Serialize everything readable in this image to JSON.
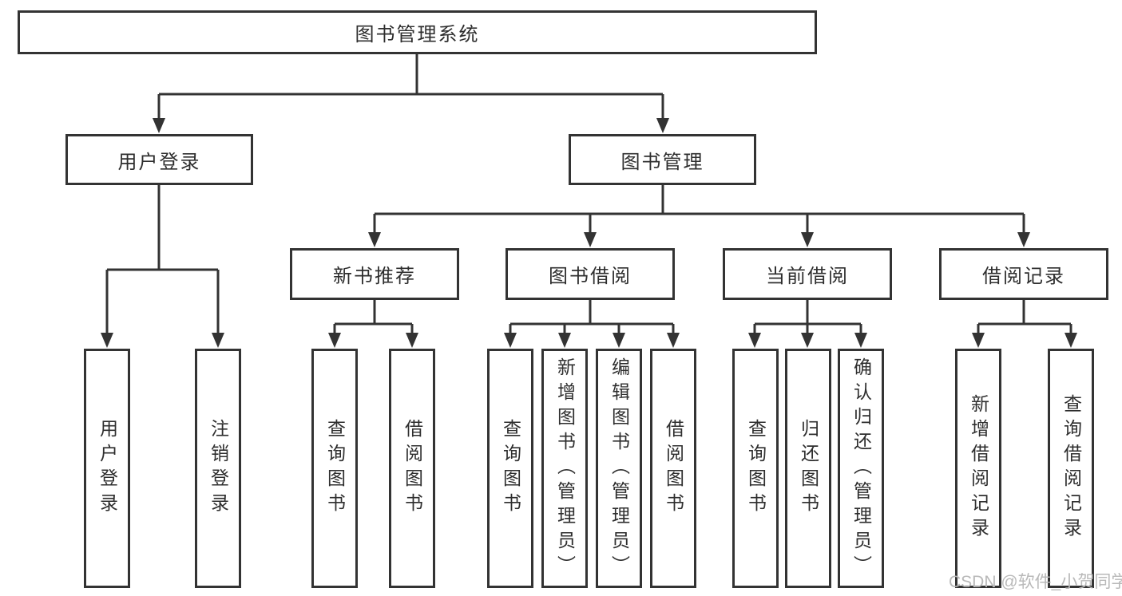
{
  "diagram": {
    "title": "图书管理系统",
    "root": {
      "label": "图书管理系统"
    },
    "branches": [
      {
        "label": "用户登录",
        "children": [
          {
            "label": "用户登录"
          },
          {
            "label": "注销登录"
          }
        ]
      },
      {
        "label": "图书管理",
        "children": [
          {
            "label": "新书推荐",
            "children": [
              {
                "label": "查询图书"
              },
              {
                "label": "借阅图书"
              }
            ]
          },
          {
            "label": "图书借阅",
            "children": [
              {
                "label": "查询图书"
              },
              {
                "label": "新增图书（管理员）"
              },
              {
                "label": "编辑图书（管理员）"
              },
              {
                "label": "借阅图书"
              }
            ]
          },
          {
            "label": "当前借阅",
            "children": [
              {
                "label": "查询图书"
              },
              {
                "label": "归还图书"
              },
              {
                "label": "确认归还（管理员）"
              }
            ]
          },
          {
            "label": "借阅记录",
            "children": [
              {
                "label": "新增借阅记录"
              },
              {
                "label": "查询借阅记录"
              }
            ]
          }
        ]
      }
    ],
    "watermark": "CSDN @软件_小贺同学",
    "colors": {
      "line": "#333333",
      "box_border": "#333333",
      "text": "#2e2e2e",
      "watermark": "#b9b9b9",
      "background": "#ffffff"
    }
  }
}
